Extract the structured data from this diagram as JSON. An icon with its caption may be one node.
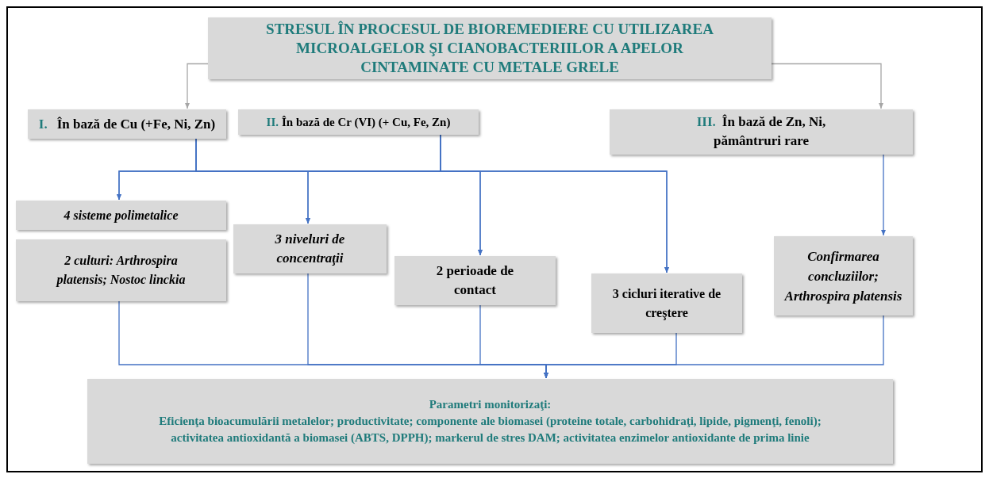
{
  "diagram": {
    "nodes": [
      {
        "text": [
          "STRESUL ÎN PROCESUL DE BIOREMEDIERE CU UTILIZAREA MICROALGELOR ŞI CIANOBACTERIILOR A APELOR CINTAMINATE CU METALE GRELE"
        ]
      },
      {
        "text": [
          "I.",
          "În bază de Cu (+Fe, Ni, Zn)"
        ]
      },
      {
        "text": [
          "II.",
          "În bază de Cr (VI) (+ Cu, Fe, Zn)"
        ]
      },
      {
        "text": [
          "III.",
          "În bază de Zn, Ni, pământruri rare"
        ]
      },
      {
        "text": [
          "4 sisteme polimetalice"
        ]
      },
      {
        "text": [
          "2 culturi: Arthrospira platensis; Nostoc linckia"
        ]
      },
      {
        "text": [
          "3 niveluri de concentraţii"
        ]
      },
      {
        "text": [
          "2 perioade de contact"
        ]
      },
      {
        "text": [
          "3 cicluri iterative de creştere"
        ]
      },
      {
        "text": [
          "Confirmarea concluziilor; Arthrospira platensis"
        ]
      },
      {
        "text": [
          "Parametri monitorizaţi:",
          "Eficienţa bioacumulării metalelor; productivitate; componente ale biomasei (proteine totale, carbohidraţi, lipide, pigmenţi, fenoli); activitatea antioxidantă a biomasei (ABTS, DPPH); markerul de stres DAM; activitatea enzimelor antioxidante de prima linie"
        ]
      }
    ],
    "edges": [
      {
        "from": 0,
        "to": 1,
        "arrow": "to",
        "color": "#a6a6a6"
      },
      {
        "from": 0,
        "to": 3,
        "arrow": "to",
        "color": "#a6a6a6"
      },
      {
        "from": 1,
        "to": 4,
        "arrow": "to"
      },
      {
        "from": 1,
        "to": 6,
        "arrow": "to"
      },
      {
        "from": 1,
        "to": 7,
        "arrow": "to"
      },
      {
        "from": 1,
        "to": 8,
        "arrow": "to"
      },
      {
        "from": 2,
        "to": 4,
        "arrow": "to"
      },
      {
        "from": 2,
        "to": 6,
        "arrow": "to"
      },
      {
        "from": 2,
        "to": 7,
        "arrow": "to"
      },
      {
        "from": 2,
        "to": 8,
        "arrow": "to"
      },
      {
        "from": 3,
        "to": 9,
        "arrow": "to"
      },
      {
        "from": 5,
        "to": 10,
        "arrow": "to"
      },
      {
        "from": 6,
        "to": 10,
        "arrow": "to"
      },
      {
        "from": 7,
        "to": 10,
        "arrow": "to"
      },
      {
        "from": 8,
        "to": 10,
        "arrow": "to"
      },
      {
        "from": 9,
        "to": 10,
        "arrow": "to"
      }
    ]
  }
}
